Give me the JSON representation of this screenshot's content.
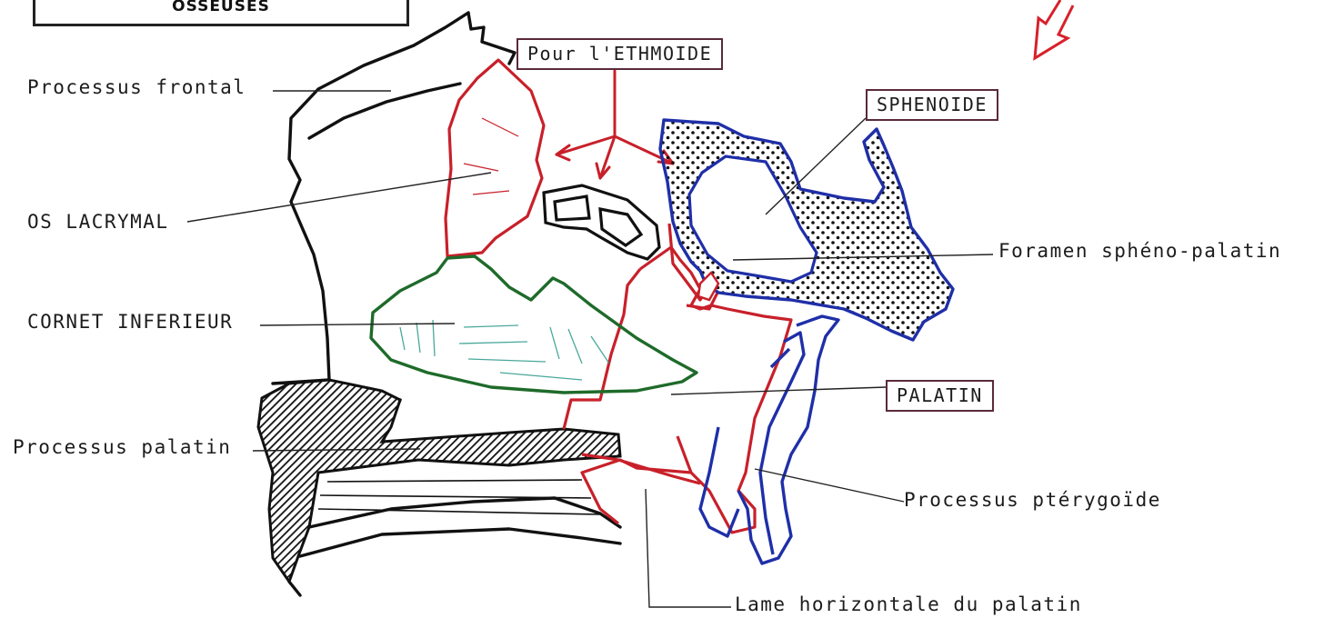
{
  "header": {
    "title": "OSSEUSES"
  },
  "labels": {
    "processus_frontal": "Processus frontal",
    "os_lacrymal": "OS LACRYMAL",
    "cornet_inferieur": "CORNET INFERIEUR",
    "processus_palatin": "Processus palatin",
    "foramen": "Foramen sphéno-palatin",
    "processus_pterygoide": "Processus ptérygoïde",
    "lame_horizontale": "Lame horizontale du palatin"
  },
  "boxed_labels": {
    "ethmoide": "Pour l'ETHMOIDE",
    "sphenoide": "SPHENOIDE",
    "palatin": "PALATIN"
  },
  "colors": {
    "ink": "#1c1c1c",
    "red": "#c8202a",
    "green": "#1e6b2a",
    "blue": "#1f2fa8",
    "box_border": "#5a2a3a"
  }
}
